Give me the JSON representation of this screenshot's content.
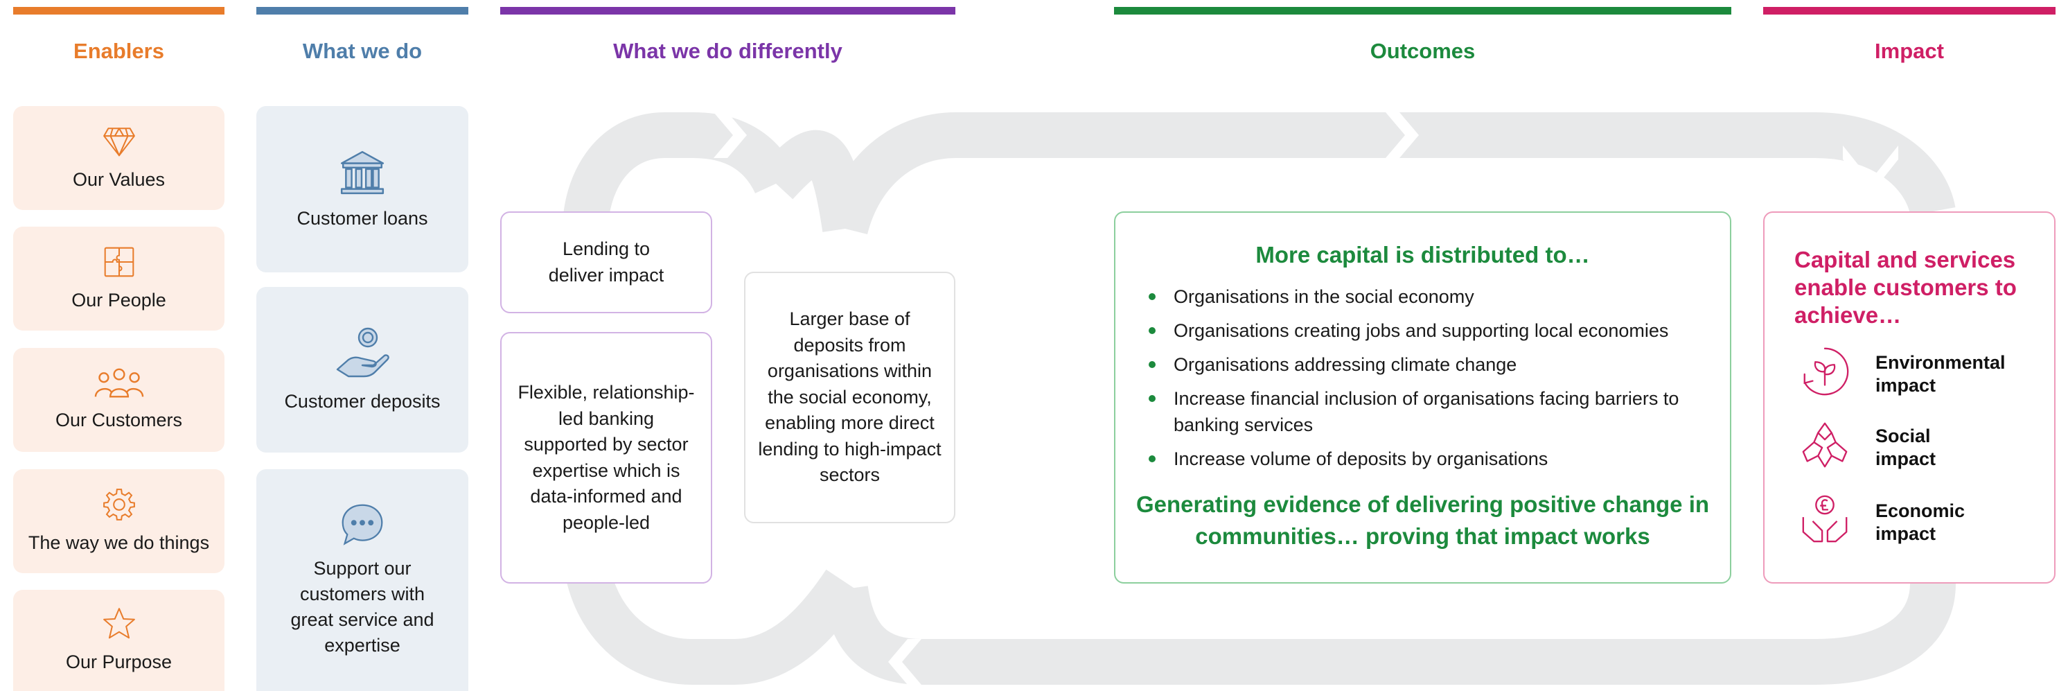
{
  "colors": {
    "enablers": "#e87c2b",
    "what_we_do": "#4f7eaa",
    "differently": "#7b35a8",
    "outcomes": "#1c8a3d",
    "impact": "#cf1f65",
    "loop": "#e8e9ea"
  },
  "columns": {
    "enablers": "Enablers",
    "what_we_do": "What we do",
    "differently": "What we do differently",
    "outcomes": "Outcomes",
    "impact": "Impact"
  },
  "enablers": [
    {
      "label": "Our Values",
      "icon": "diamond-icon"
    },
    {
      "label": "Our People",
      "icon": "puzzle-icon"
    },
    {
      "label": "Our Customers",
      "icon": "people-group-icon"
    },
    {
      "label": "The way we do things",
      "icon": "gear-icon"
    },
    {
      "label": "Our Purpose",
      "icon": "star-icon"
    }
  ],
  "what_we_do": [
    {
      "label": "Customer loans",
      "icon": "bank-icon"
    },
    {
      "label": "Customer deposits",
      "icon": "coin-hand-icon"
    },
    {
      "label": "Support our customers with great service and expertise",
      "icon": "speech-bubble-icon"
    }
  ],
  "differently": {
    "lending": "Lending to deliver impact",
    "flexible": "Flexible, relationship-led banking supported by sector expertise which is data-informed and people-led",
    "deposits": "Larger base of deposits from organisations within the social economy, enabling more direct lending to high-impact sectors"
  },
  "outcomes": {
    "title": "More capital is distributed to…",
    "items": [
      "Organisations in the social economy",
      "Organisations creating jobs and supporting local economies",
      "Organisations addressing climate change",
      "Increase financial inclusion of organisations facing barriers to banking services",
      "Increase volume of deposits by organisations"
    ],
    "footer": "Generating evidence of delivering positive change in communities… proving that impact works"
  },
  "impact": {
    "title": "Capital and services enable customers to achieve…",
    "items": [
      {
        "label": "Environmental impact",
        "icon": "recycle-plant-icon"
      },
      {
        "label": "Social impact",
        "icon": "hands-together-icon"
      },
      {
        "label": "Economic impact",
        "icon": "pound-hands-icon"
      }
    ]
  }
}
